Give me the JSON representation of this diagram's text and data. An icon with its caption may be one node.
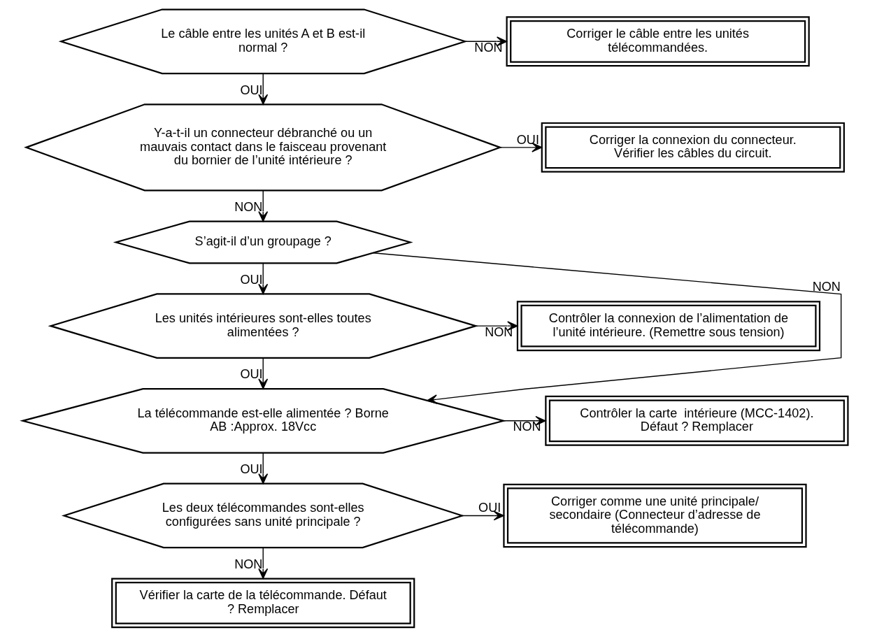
{
  "diagram": {
    "nodes": [
      {
        "text": [
          "Le câble entre les unités A et B est-il normal ?"
        ]
      },
      {
        "text": [
          "Corriger le câble entre les unités télécommandées."
        ]
      },
      {
        "text": [
          "Y-a-t-il un connecteur débranché ou un mauvais contact dans le faisceau provenant du bornier de l’unité intérieure ?"
        ]
      },
      {
        "text": [
          "Corriger la connexion du connecteur. Vérifier les câbles du circuit."
        ]
      },
      {
        "text": [
          "S’agit-il d’un groupage ?"
        ]
      },
      {
        "text": [
          "Les unités intérieures sont-elles toutes alimentées ?"
        ]
      },
      {
        "text": [
          "Contrôler la connexion de l’alimentation de l’unité intérieure. (Remettre sous tension)"
        ]
      },
      {
        "text": [
          "La télécommande est-elle alimentée ? Borne AB :Approx. 18Vcc"
        ]
      },
      {
        "text": [
          "Contrôler la carte  intérieure (MCC-1402). Défaut ? Remplacer"
        ]
      },
      {
        "text": [
          "Les deux télécommandes sont-elles configurées sans unité principale ?"
        ]
      },
      {
        "text": [
          "Corriger comme une unité principale/ secondaire (Connecteur d’adresse de télécommande)"
        ]
      },
      {
        "text": [
          "Vérifier la carte de la télécommande. Défaut ? Remplacer"
        ]
      }
    ],
    "edges": [
      {
        "from": 0,
        "to": 1,
        "arrow": "to",
        "label": "NON"
      },
      {
        "from": 0,
        "to": 2,
        "arrow": "to",
        "label": "OUI"
      },
      {
        "from": 2,
        "to": 3,
        "arrow": "to",
        "label": "OUI"
      },
      {
        "from": 2,
        "to": 4,
        "arrow": "to",
        "label": "NON"
      },
      {
        "from": 4,
        "to": 7,
        "arrow": "to",
        "label": "NON"
      },
      {
        "from": 4,
        "to": 5,
        "arrow": "to",
        "label": "OUI"
      },
      {
        "from": 5,
        "to": 6,
        "arrow": "to",
        "label": "NON"
      },
      {
        "from": 5,
        "to": 7,
        "arrow": "to",
        "label": "OUI"
      },
      {
        "from": 7,
        "to": 8,
        "arrow": "to",
        "label": "NON"
      },
      {
        "from": 7,
        "to": 9,
        "arrow": "to",
        "label": "OUI"
      },
      {
        "from": 9,
        "to": 10,
        "arrow": "to",
        "label": "OUI"
      },
      {
        "from": 9,
        "to": 11,
        "arrow": "to",
        "label": "NON"
      }
    ]
  }
}
